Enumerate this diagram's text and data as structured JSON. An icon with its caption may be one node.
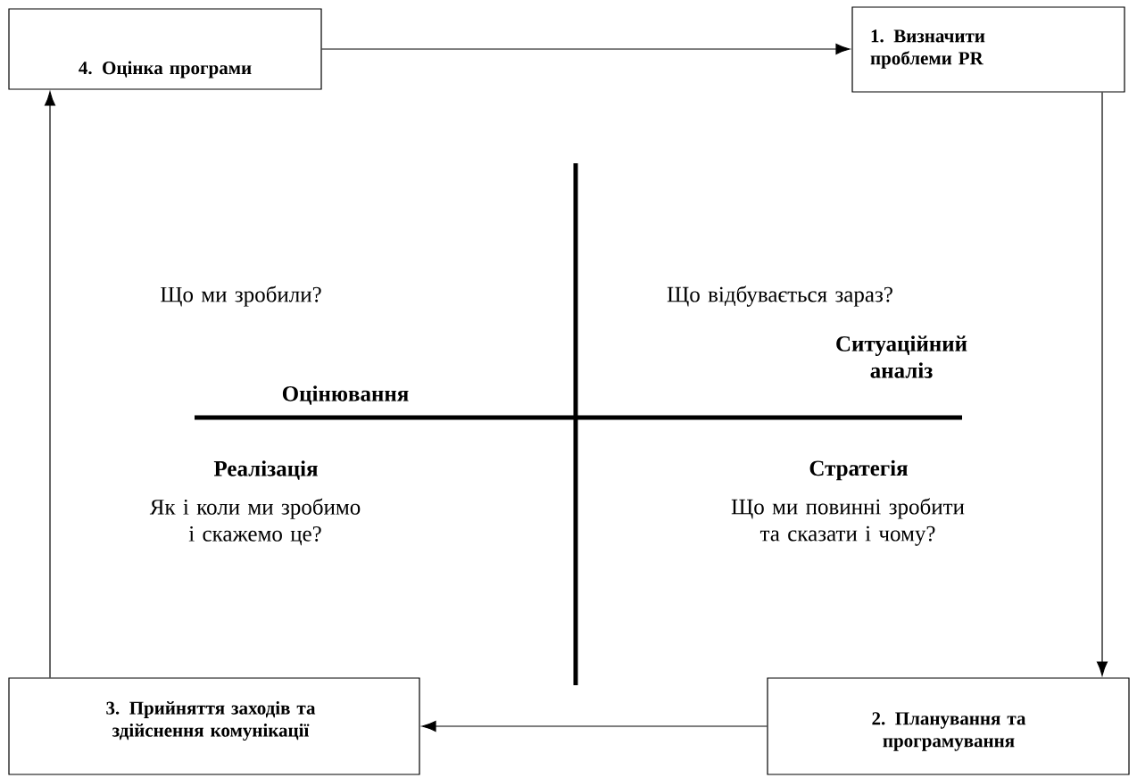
{
  "diagram": {
    "nodes": [
      {
        "text": [
          "4. Оцінка програми"
        ]
      },
      {
        "text": [
          "1. Визначити проблеми PR"
        ]
      },
      {
        "text": [
          "2. Планування та програмування"
        ]
      },
      {
        "text": [
          "3. Прийняття заходів та здійснення комунікації"
        ]
      }
    ],
    "edges": [
      {
        "from": 0,
        "to": 1,
        "arrow": "to"
      },
      {
        "from": 1,
        "to": 2,
        "arrow": "to"
      },
      {
        "from": 2,
        "to": 3,
        "arrow": "to"
      },
      {
        "from": 3,
        "to": 0,
        "arrow": "to"
      }
    ],
    "labels": [
      "Що ми зробили?",
      "Що відбувається зараз?",
      "Ситуаційний аналіз",
      "Оцінювання",
      "Реалізація",
      "Стратегія",
      "Як і коли ми зробимо і скажемо це?",
      "Що ми повинні зробити та сказати і чому?"
    ]
  }
}
